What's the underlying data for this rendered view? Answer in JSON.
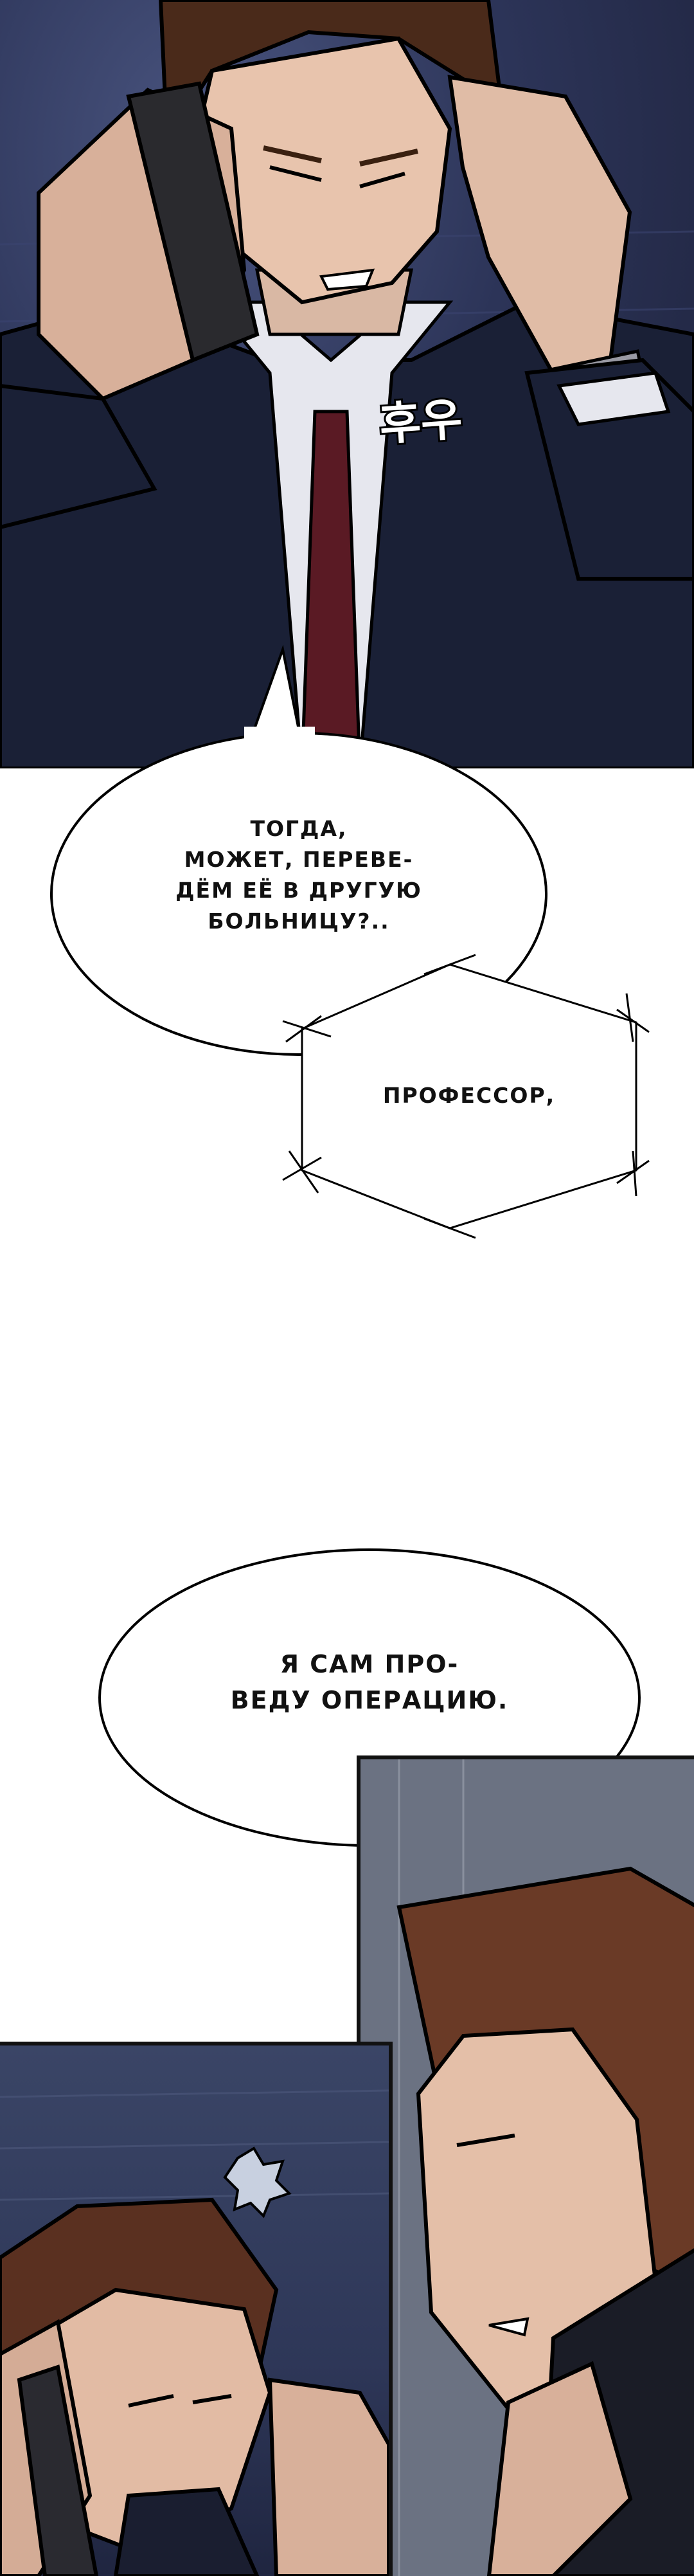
{
  "sfx": {
    "text": "후우"
  },
  "bubbles": {
    "b1": {
      "lines": [
        "ТОГДА,",
        "МОЖЕТ, ПЕРЕВЕ-",
        "ДЁМ ЕЁ В ДРУГУЮ",
        "БОЛЬНИЦУ?.."
      ]
    },
    "b2": {
      "lines": [
        "ПРОФЕССОР,"
      ]
    },
    "b3": {
      "lines": [
        "Я САМ ПРО-",
        "ВЕДУ ОПЕРАЦИЮ."
      ]
    }
  }
}
